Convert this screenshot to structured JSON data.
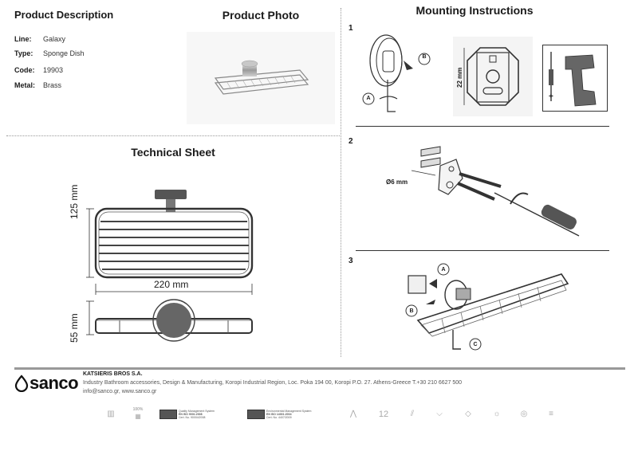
{
  "headings": {
    "product_description": "Product Description",
    "product_photo": "Product Photo",
    "mounting_instructions": "Mounting Instructions",
    "technical_sheet": "Technical Sheet"
  },
  "specs": [
    {
      "label": "Line:",
      "value": "Galaxy"
    },
    {
      "label": "Type:",
      "value": "Sponge Dish"
    },
    {
      "label": "Code:",
      "value": "19903"
    },
    {
      "label": "Metal:",
      "value": "Brass"
    }
  ],
  "technical": {
    "height": "125 mm",
    "width": "220 mm",
    "depth": "55 mm"
  },
  "steps": {
    "s1": "1",
    "s2": "2",
    "s3": "3",
    "dim_22": "22 mm",
    "dim_6": "Ø6 mm",
    "label_a": "A",
    "label_b": "B",
    "label_c": "C",
    "plus": "+"
  },
  "footer": {
    "logo": "sanco",
    "company": "KATSIERIS BROS S.A.",
    "line1": "Industry Bathroom accessories, Design & Manufacturing, Koropi Industrial Region, Loc. Poka 194 00, Koropi P.O. 27. Athens-Greece   T.+30 210 6627 500",
    "line2": "info@sanco.gr, www.sanco.gr",
    "cert1_title": "Quality Management System",
    "cert1_std": "EN ISO 9001:2008",
    "cert1_no": "Cert. No. 90004/2008",
    "cert2_title": "Environmental Management System",
    "cert2_std": "EN ISO 14001:2004",
    "cert2_no": "Cert. No. 4407/2009",
    "badge_100": "100%",
    "badge_12": "12"
  }
}
